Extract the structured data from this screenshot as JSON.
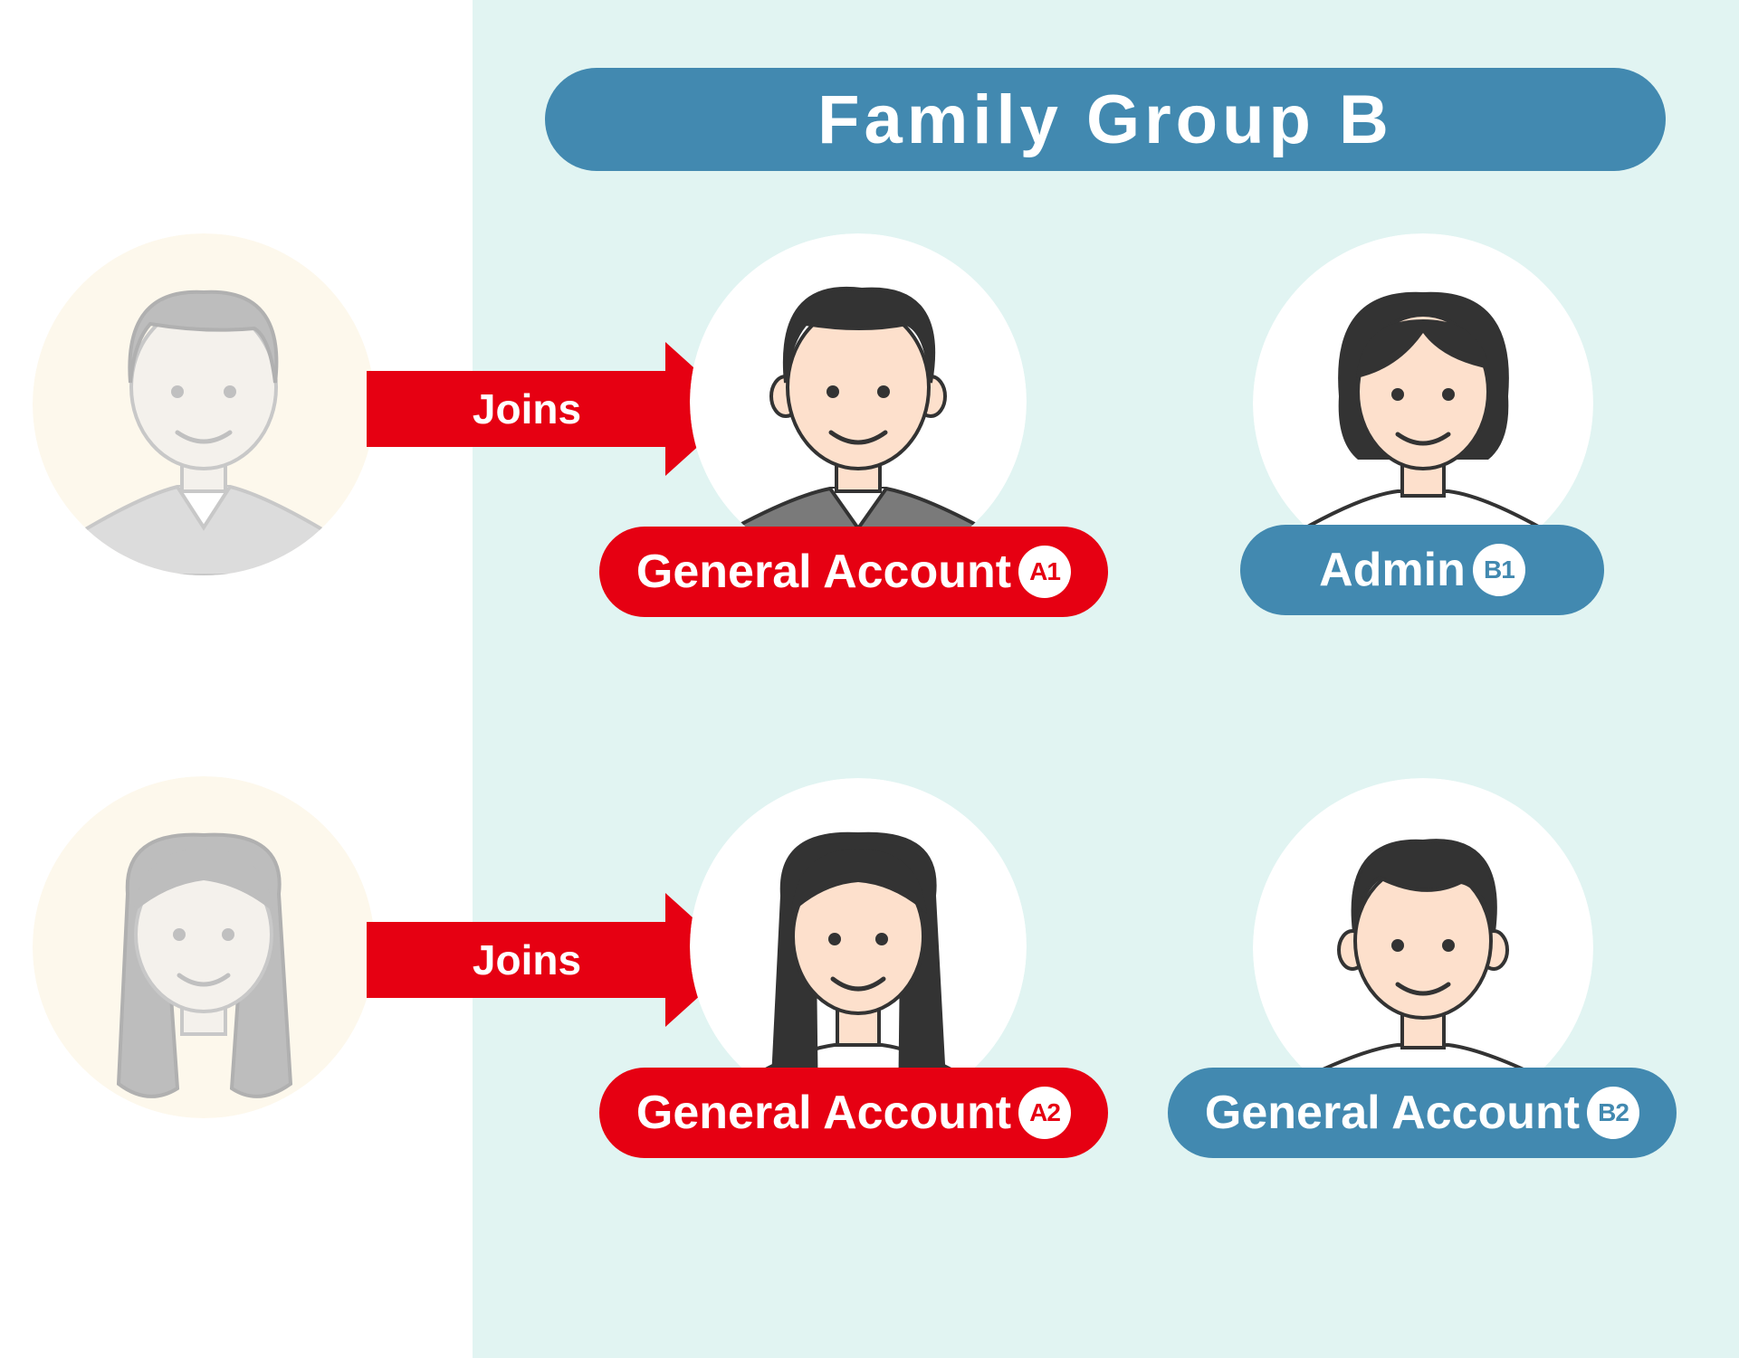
{
  "title": "Family Group B",
  "colors": {
    "panel_bg": "#e1f4f2",
    "blue": "#4289b0",
    "red": "#e60012",
    "faded_circle": "#fdf8ec",
    "white": "#ffffff"
  },
  "arrows": [
    {
      "label": "Joins"
    },
    {
      "label": "Joins"
    }
  ],
  "members": [
    {
      "role": "General Account",
      "badge": "A1",
      "icon": "man-avatar-icon"
    },
    {
      "role": "Admin",
      "badge": "B1",
      "icon": "woman-short-hair-avatar-icon"
    },
    {
      "role": "General Account",
      "badge": "A2",
      "icon": "girl-long-hair-avatar-icon"
    },
    {
      "role": "General Account",
      "badge": "B2",
      "icon": "boy-avatar-icon"
    }
  ],
  "joining_people": [
    {
      "icon": "faded-man-avatar-icon"
    },
    {
      "icon": "faded-girl-avatar-icon"
    }
  ]
}
